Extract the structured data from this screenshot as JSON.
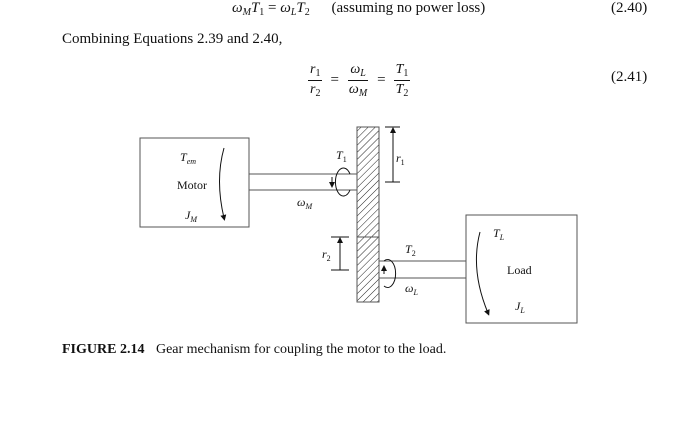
{
  "top_equation": {
    "lhs_omega": "ω",
    "lhs_omega_sub": "M",
    "lhs_T": "T",
    "lhs_T_sub": "1",
    "equals": "=",
    "rhs_omega": "ω",
    "rhs_omega_sub": "L",
    "rhs_T": "T",
    "rhs_T_sub": "2",
    "note": "(assuming no power loss)",
    "number": "(2.40)"
  },
  "paragraph": "Combining Equations 2.39 and 2.40,",
  "equation_241": {
    "r1": "r",
    "r1_sub": "1",
    "r2": "r",
    "r2_sub": "2",
    "wL": "ω",
    "wL_sub": "L",
    "wM": "ω",
    "wM_sub": "M",
    "T1": "T",
    "T1_sub": "1",
    "T2": "T",
    "T2_sub": "2",
    "equals": "=",
    "number": "(2.41)"
  },
  "figure": {
    "motor_label": "Motor",
    "Tem": "T",
    "Tem_sub": "em",
    "JM": "J",
    "JM_sub": "M",
    "T1": "T",
    "T1_sub": "1",
    "omegaM": "ω",
    "omegaM_sub": "M",
    "r1": "r",
    "r1_sub": "1",
    "r2": "r",
    "r2_sub": "2",
    "T2": "T",
    "T2_sub": "2",
    "omegaL": "ω",
    "omegaL_sub": "L",
    "load_label": "Load",
    "TL": "T",
    "TL_sub": "L",
    "JL": "J",
    "JL_sub": "L"
  },
  "caption": {
    "label": "FIGURE 2.14",
    "text": "Gear mechanism for coupling the motor to the load."
  }
}
